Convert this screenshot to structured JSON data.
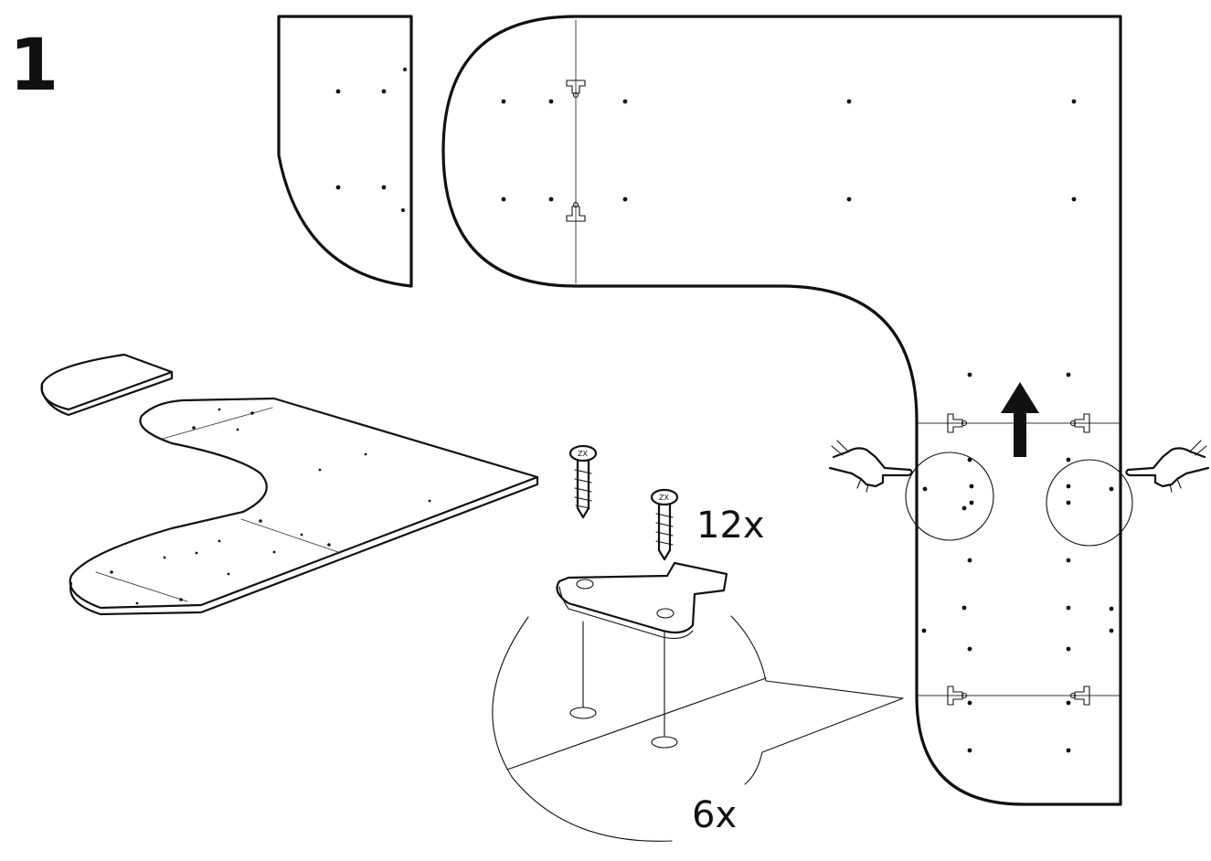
{
  "step": {
    "number": "1"
  },
  "hardware": {
    "screw_count": "12x",
    "connector_count": "6x",
    "screw_head_mark": "ZX"
  },
  "icons": {
    "arrow": "arrow-up-icon",
    "hand_left": "pointing-hand-icon",
    "hand_right": "pointing-hand-icon"
  },
  "colors": {
    "ink": "#111111",
    "background": "#ffffff"
  }
}
